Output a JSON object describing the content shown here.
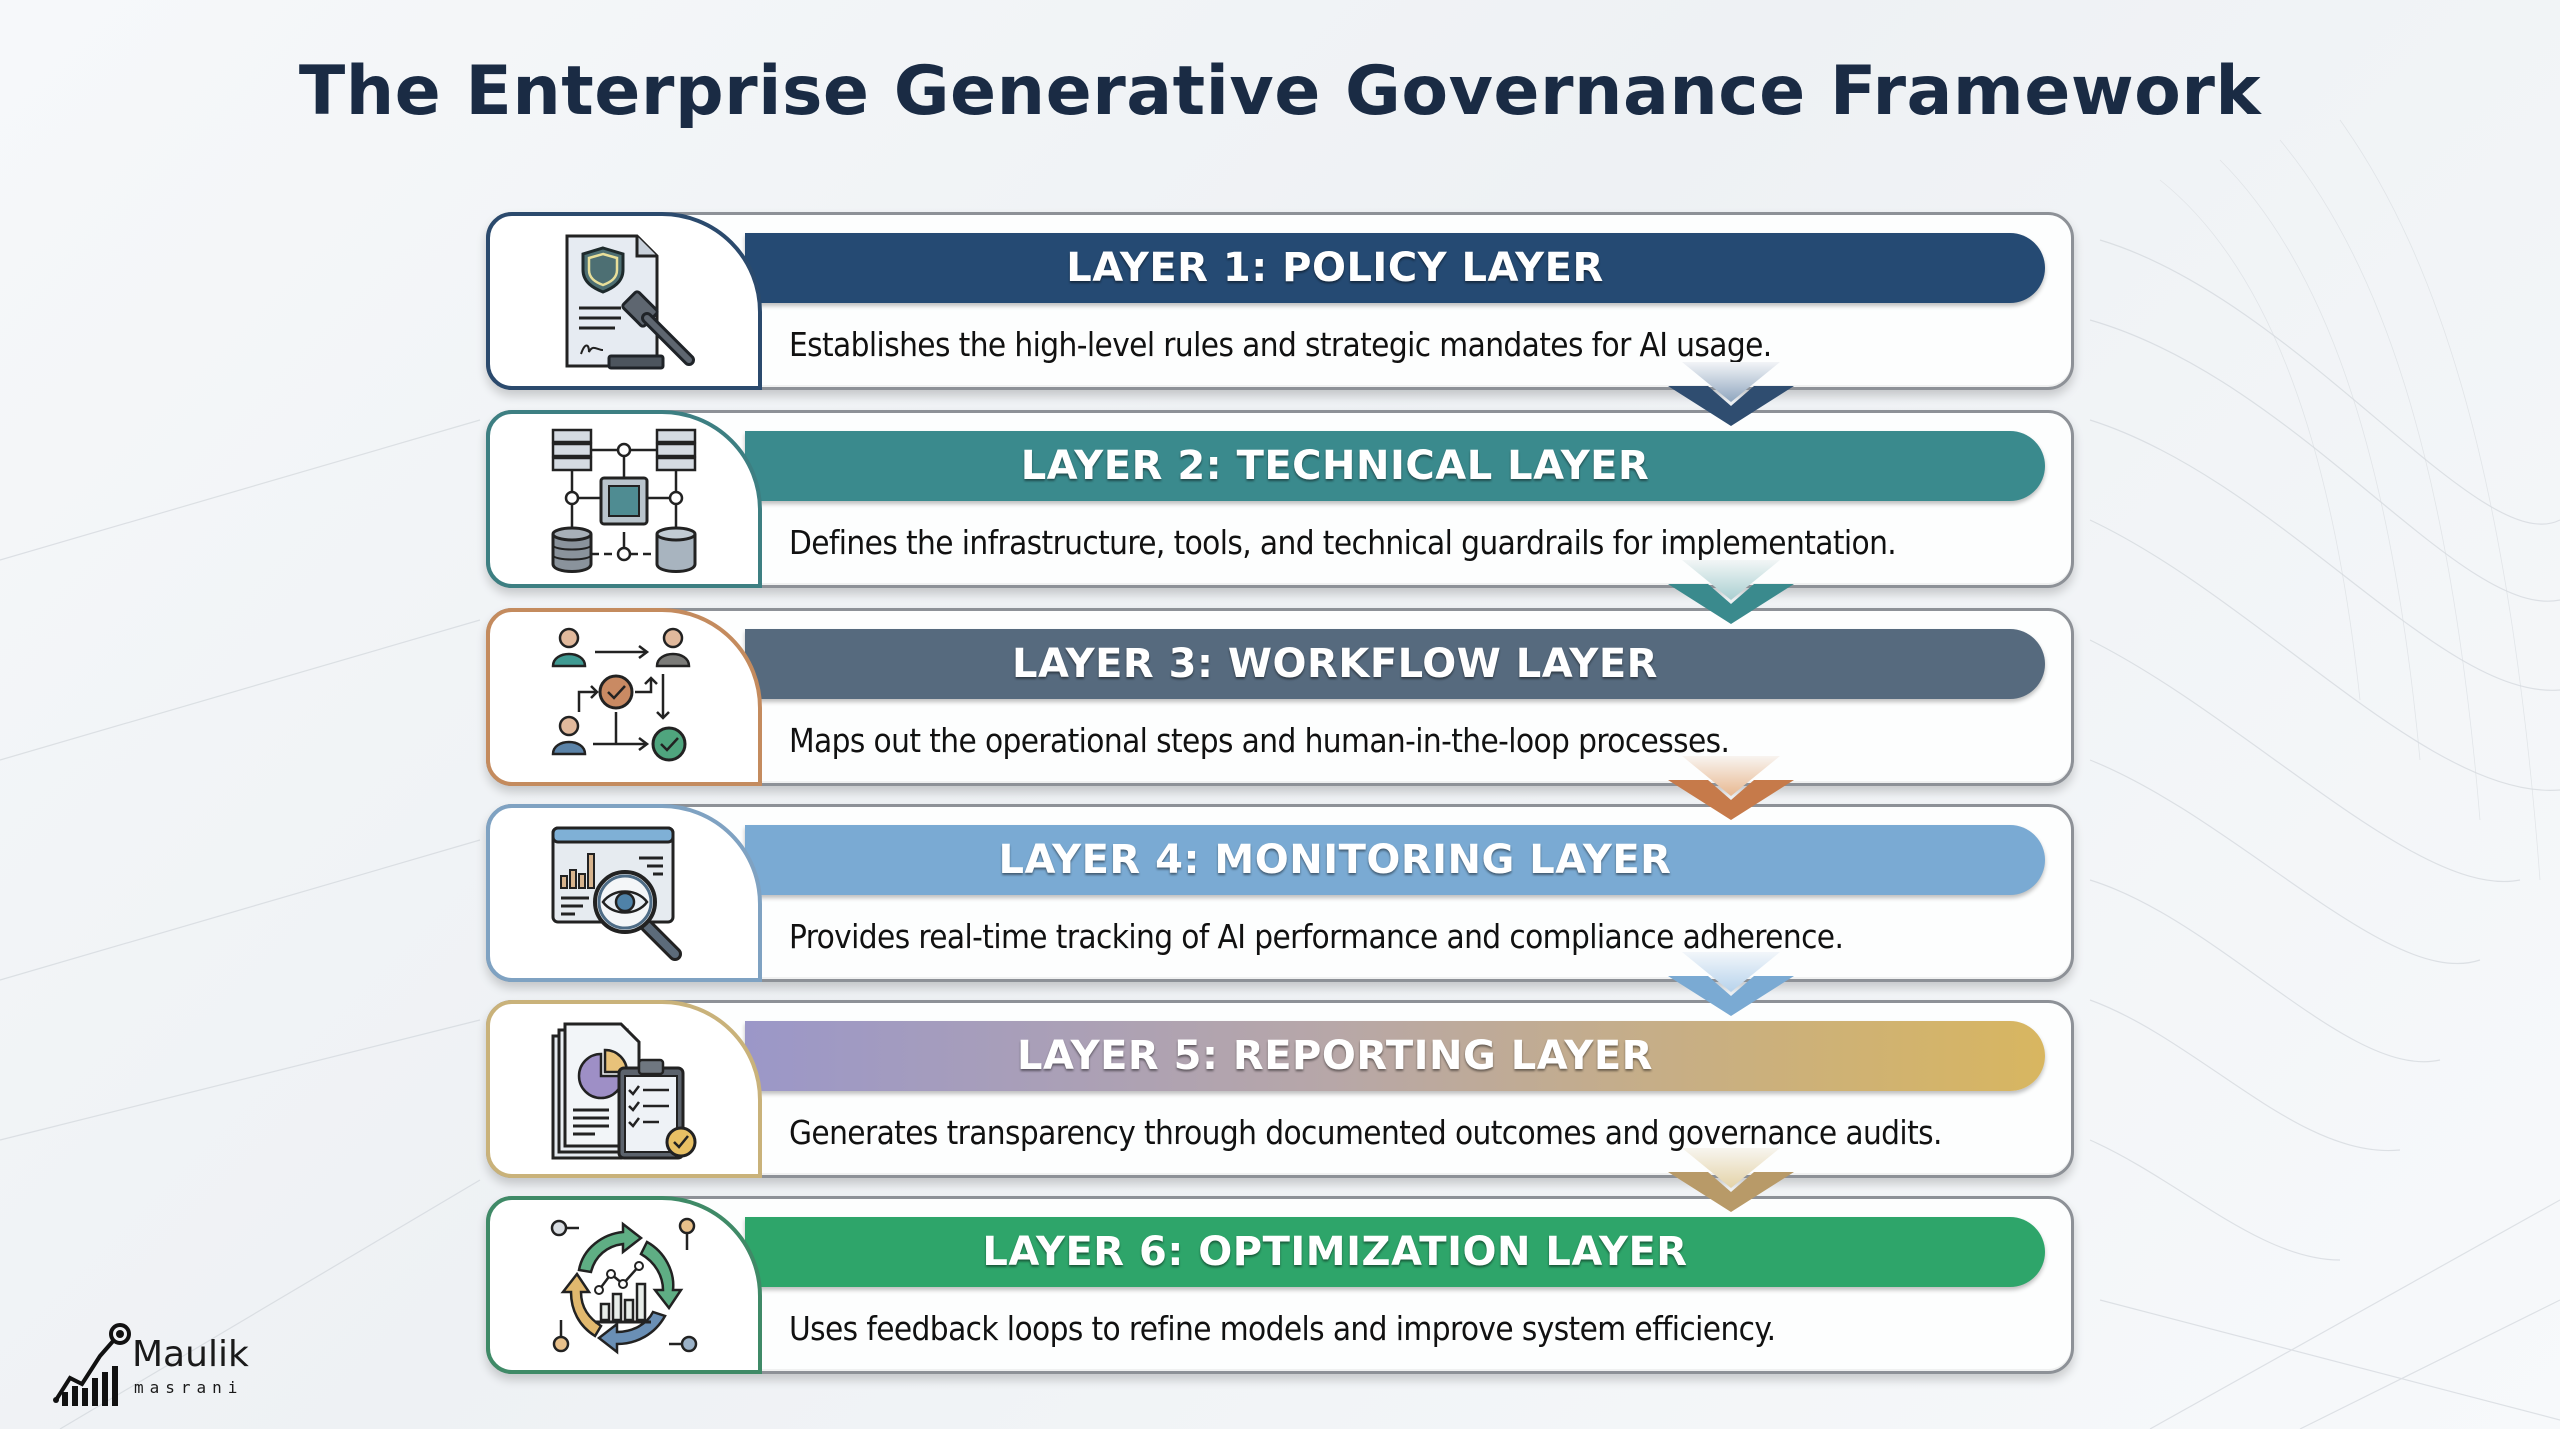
{
  "title": "The Enterprise Generative Governance Framework",
  "layers": [
    {
      "label": "LAYER 1: POLICY LAYER",
      "description": "Establishes the high-level rules and strategic mandates for AI usage.",
      "icon": "policy-gavel-document-icon",
      "accent": "#2b4a6d",
      "band": "#254a73"
    },
    {
      "label": "LAYER 2: TECHNICAL LAYER",
      "description": "Defines the infrastructure, tools, and technical guardrails for implementation.",
      "icon": "server-chip-database-icon",
      "accent": "#3d7f82",
      "band": "#3a8a8d"
    },
    {
      "label": "LAYER 3: WORKFLOW LAYER",
      "description": "Maps out the operational steps and human-in-the-loop processes.",
      "icon": "workflow-people-icon",
      "accent": "#c48b5e",
      "band": "#566a7e"
    },
    {
      "label": "LAYER 4: MONITORING LAYER",
      "description": "Provides real-time tracking of AI performance and compliance adherence.",
      "icon": "dashboard-magnifier-eye-icon",
      "accent": "#7fa2c2",
      "band": "#7aaad3"
    },
    {
      "label": "LAYER 5: REPORTING LAYER",
      "description": "Generates transparency through documented outcomes and governance audits.",
      "icon": "report-clipboard-check-icon",
      "accent": "#c9b27a",
      "band": "linear-gradient(90deg, #9b97c8 0%, #b7a7a8 45%, #d8b660 100%)"
    },
    {
      "label": "LAYER 6: OPTIMIZATION LAYER",
      "description": "Uses feedback loops to refine models and improve system efficiency.",
      "icon": "feedback-loop-chart-icon",
      "accent": "#3f8a67",
      "band": "#2ea56a"
    }
  ],
  "connectors": [
    {
      "color_top": "#8fa6bf",
      "color_bottom": "#2f4d70"
    },
    {
      "color_top": "#a9cfd1",
      "color_bottom": "#3a8a8d"
    },
    {
      "color_top": "#e8b890",
      "color_bottom": "#c67a4a"
    },
    {
      "color_top": "#b7d3ec",
      "color_bottom": "#7aaad3"
    },
    {
      "color_top": "#e4d3a8",
      "color_bottom": "#b89a68"
    }
  ],
  "logo": {
    "name": "Maulik",
    "sub": "masrani"
  }
}
